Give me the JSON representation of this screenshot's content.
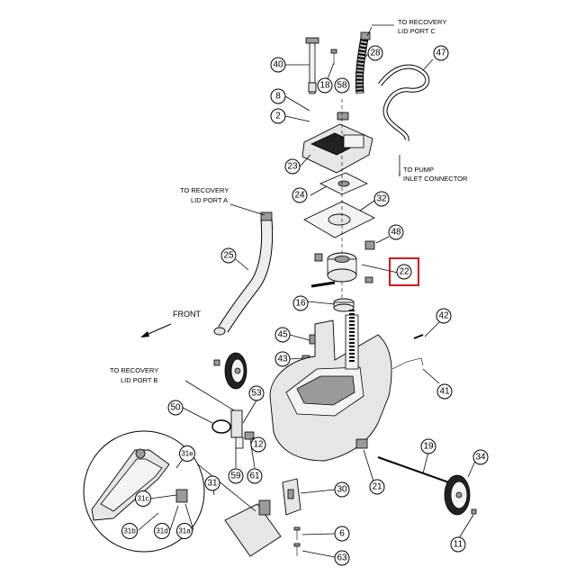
{
  "notes": {
    "recovery_lid_port_c": [
      "TO RECOVERY",
      "LID PORT C"
    ],
    "pump_inlet": [
      "TO PUMP",
      "INLET CONNECTOR"
    ],
    "recovery_lid_port_a": [
      "TO RECOVERY",
      "LID PORT A"
    ],
    "recovery_lid_port_b": [
      "TO RECOVERY",
      "LID PORT B"
    ],
    "front": "FRONT"
  },
  "highlight_color": "#cc0000",
  "highlighted_part": "22",
  "callouts": [
    "40",
    "18",
    "58",
    "28",
    "47",
    "8",
    "2",
    "23",
    "24",
    "32",
    "48",
    "22",
    "25",
    "16",
    "45",
    "43",
    "42",
    "41",
    "53",
    "50",
    "12",
    "59",
    "61",
    "31e",
    "31",
    "31c",
    "31b",
    "31d",
    "31a",
    "30",
    "6",
    "63",
    "21",
    "19",
    "34",
    "11"
  ]
}
